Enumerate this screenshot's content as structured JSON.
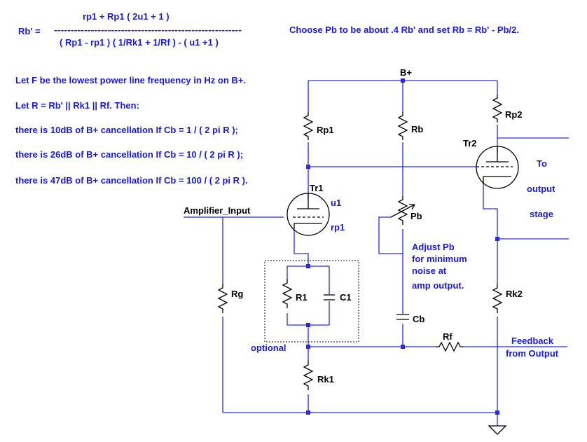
{
  "formula": {
    "numerator": "rp1 + Rp1 ( 2u1 + 1 )",
    "lhs": "Rb' =",
    "bar": "--------------------------------------------------------",
    "denominator": "( Rp1 - rp1 ) ( 1/Rk1 + 1/Rf ) - ( u1 +1 )"
  },
  "instruction": "Choose Pb to be about .4 Rb' and set Rb = Rb' - Pb/2.",
  "notes": [
    "Let F be the lowest power line frequency in Hz on B+.",
    "Let R = Rb'  ||  Rk1 ||  Rf. Then:",
    "there is 10dB of B+ cancellation If Cb =  1  / ( 2 pi R );",
    "there is 26dB of B+ cancellation If Cb =  10 / ( 2 pi R );",
    "there is 47dB of B+ cancellation If Cb = 100  / ( 2 pi R )."
  ],
  "labels": {
    "bplus": "B+",
    "rp1": "Rp1",
    "rb": "Rb",
    "rp2": "Rp2",
    "tr1": "Tr1",
    "u1": "u1",
    "rp1_small": "rp1",
    "tr2": "Tr2",
    "amp_input": "Amplifier_Input",
    "pb": "Pb",
    "r1": "R1",
    "c1": "C1",
    "rg": "Rg",
    "cb": "Cb",
    "rf": "Rf",
    "rk1": "Rk1",
    "rk2": "Rk2",
    "optional": "optional"
  },
  "adjust_note": [
    "Adjust Pb",
    "for minimum",
    "noise at",
    "amp output."
  ],
  "to_output": [
    "To",
    "output",
    "stage"
  ],
  "feedback": [
    "Feedback",
    "from Output"
  ],
  "colors": {
    "wire": "#2a2adf",
    "text": "#1a1ad6",
    "component": "#000000"
  }
}
